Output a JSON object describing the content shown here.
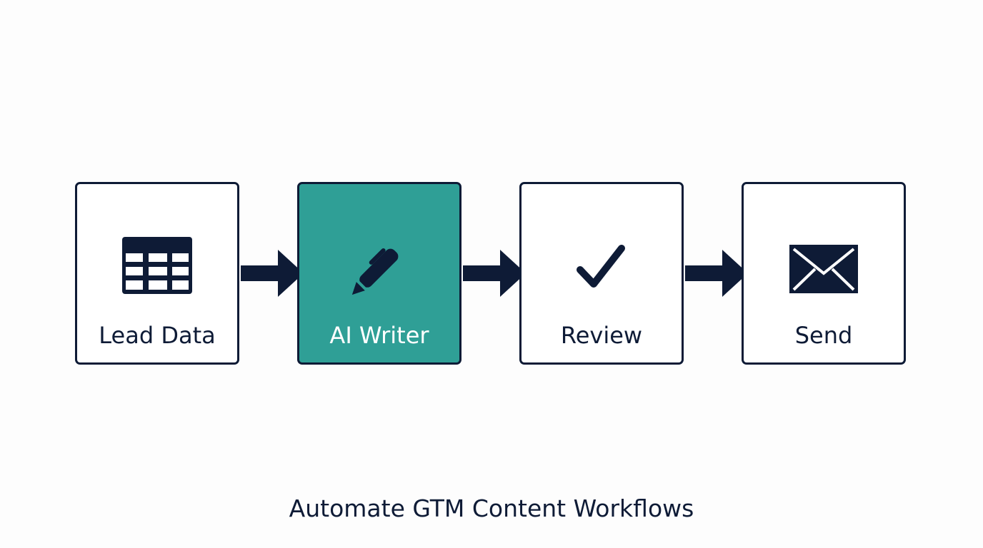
{
  "diagram": {
    "steps": [
      {
        "label": "Lead Data",
        "icon": "table-icon",
        "highlighted": false
      },
      {
        "label": "AI Writer",
        "icon": "pen-icon",
        "highlighted": true
      },
      {
        "label": "Review",
        "icon": "checkmark-icon",
        "highlighted": false
      },
      {
        "label": "Send",
        "icon": "envelope-icon",
        "highlighted": false
      }
    ],
    "connectors": [
      "arrow-right-icon",
      "arrow-right-icon",
      "arrow-right-icon"
    ],
    "caption": "Automate GTM Content Workflows"
  },
  "colors": {
    "ink": "#0e1b36",
    "accent": "#2f9f96",
    "box_fill": "#ffffff",
    "active_label": "#ffffff",
    "background": "#fdfdfd"
  }
}
